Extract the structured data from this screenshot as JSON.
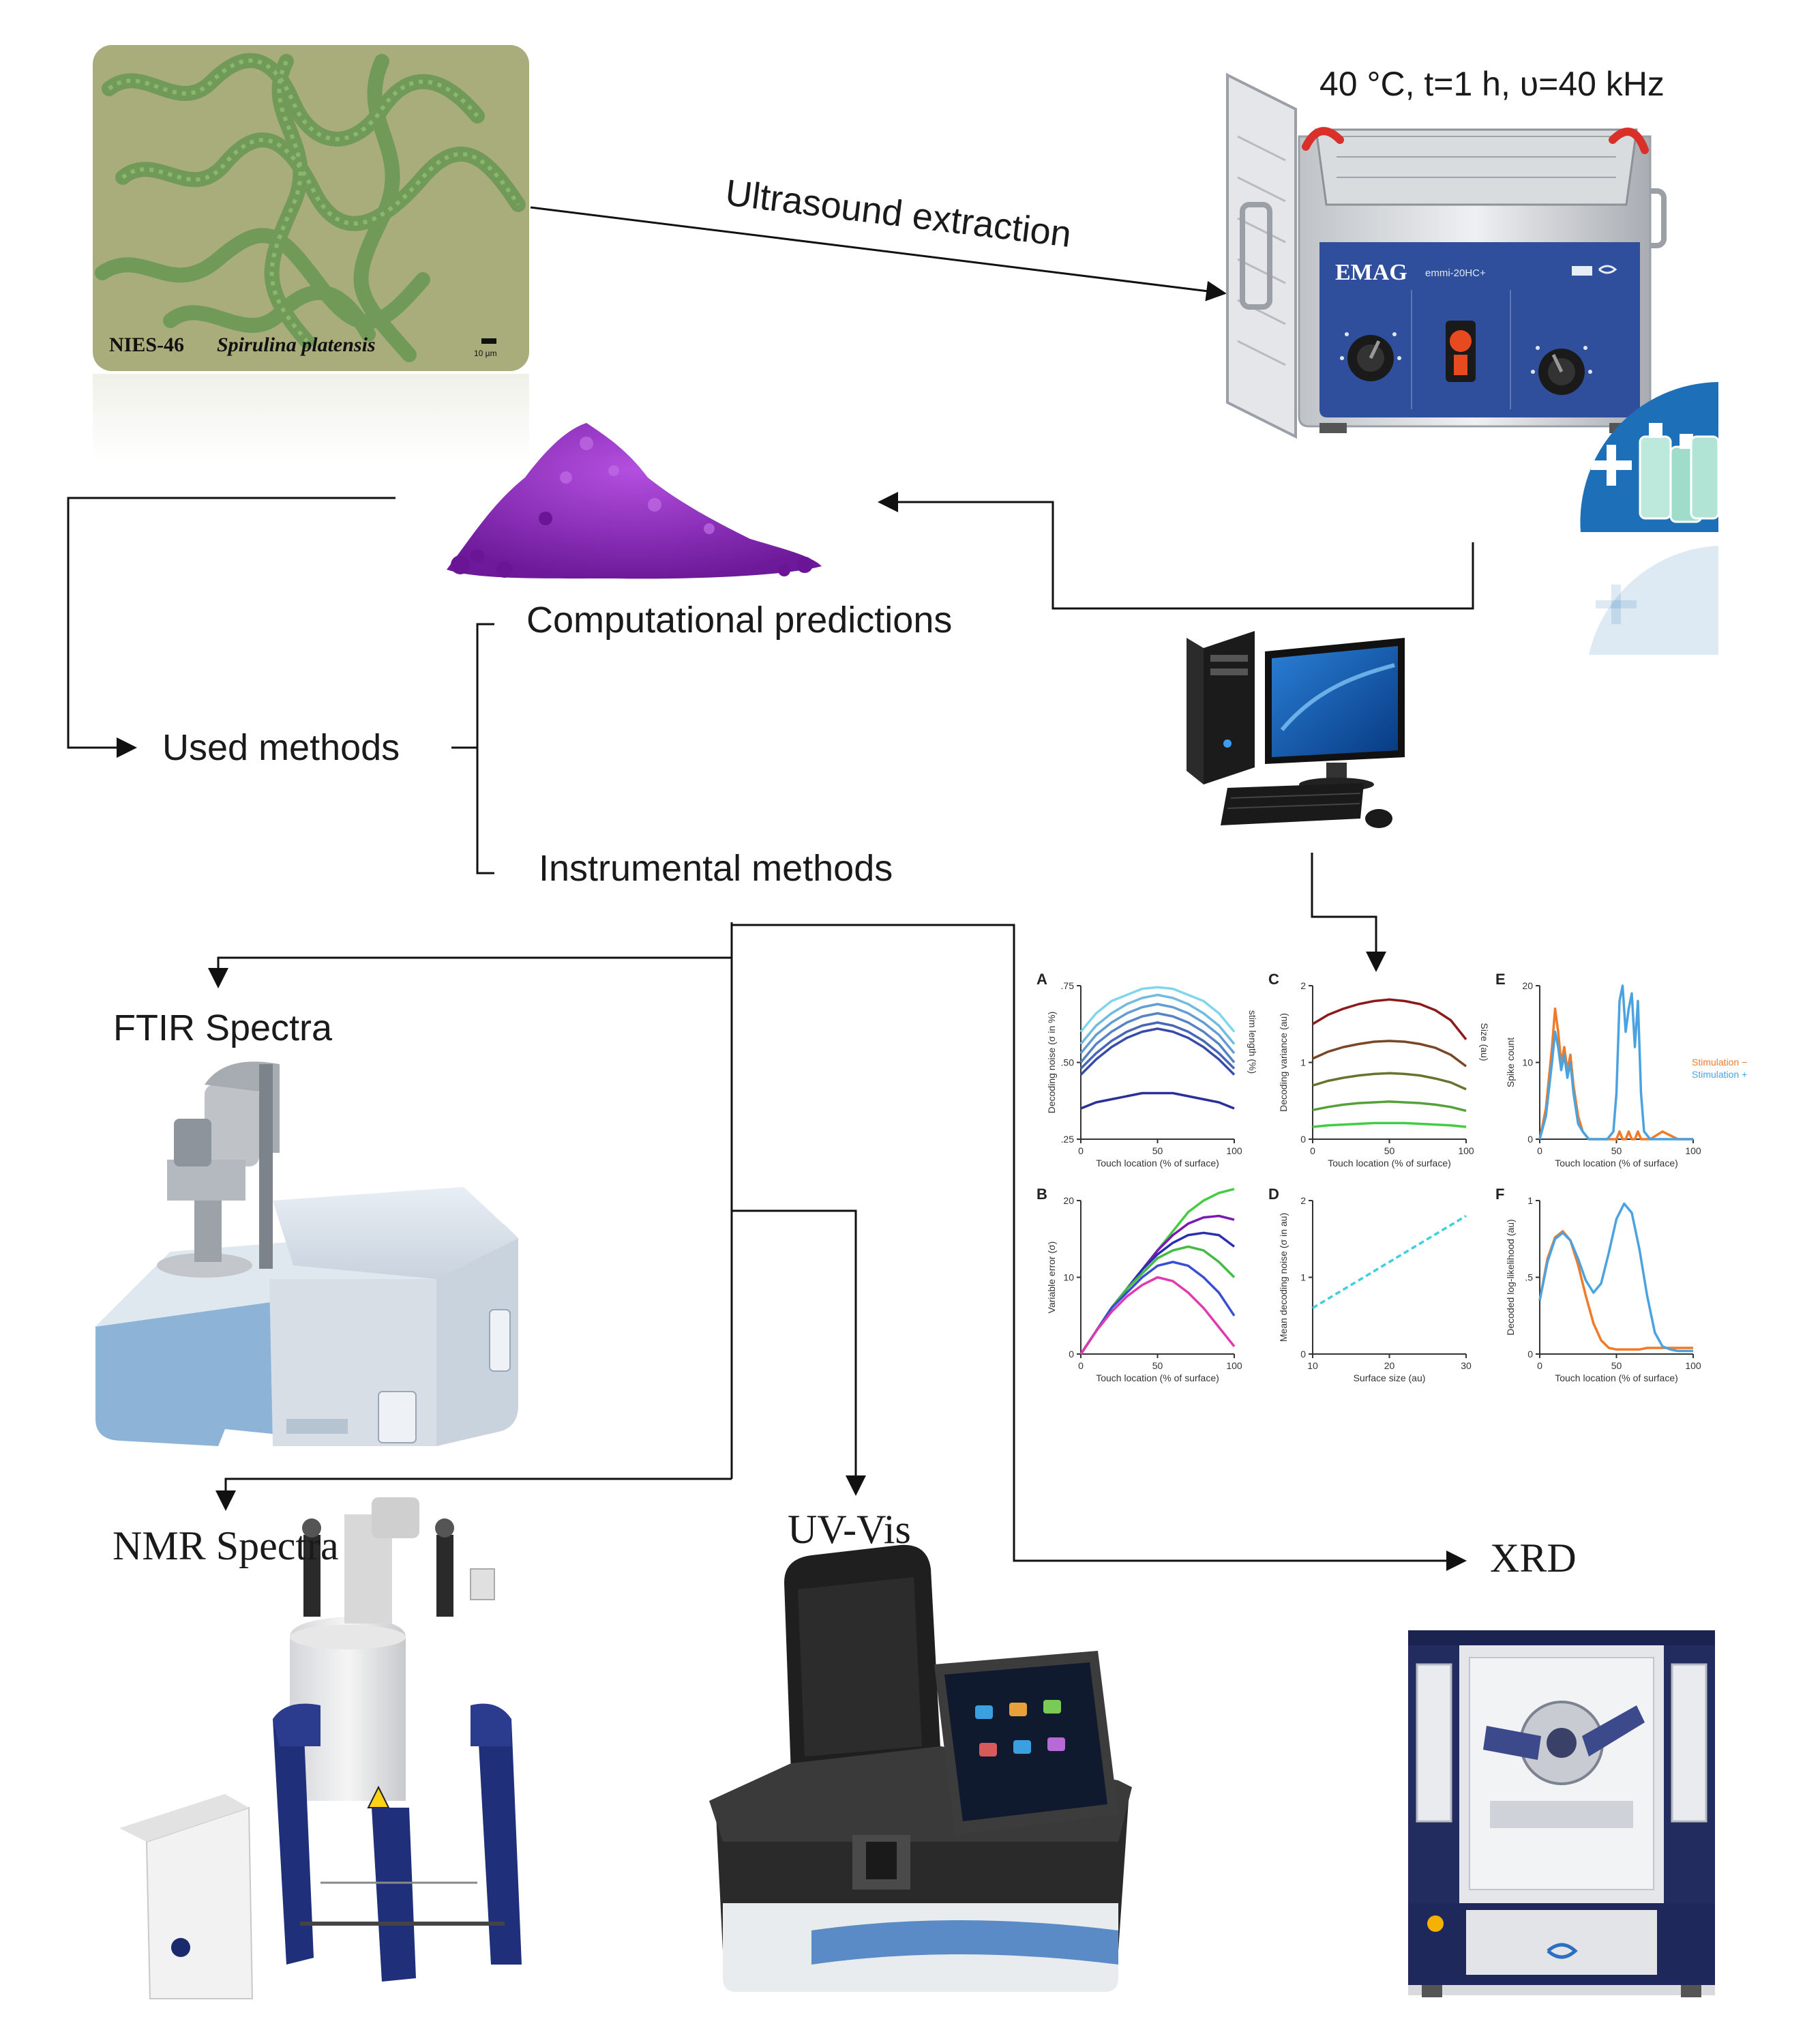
{
  "microscopy": {
    "strain_id": "NIES-46",
    "species": "Spirulina platensis",
    "scale_bar": "10 µm"
  },
  "ultrasound_bath": {
    "brand": "EMAG",
    "model": "emmi-20HC+"
  },
  "labels": {
    "ultrasound_extraction": "Ultrasound extraction",
    "conditions": "40 °C, t=1 h, υ=40 kHz",
    "computational_predictions": "Computational predictions",
    "used_methods": "Used methods",
    "instrumental_methods": "Instrumental methods",
    "ftir": "FTIR Spectra",
    "nmr": "NMR Spectra",
    "uvvis": "UV-Vis",
    "xrd": "XRD"
  },
  "colors": {
    "spirulina_bg": "#a9ad7c",
    "spirulina_filament": "#6f9a58",
    "powder": "#8a2bb8",
    "bath_panel": "#2f4f9c",
    "ftir_blue": "#8db3d6",
    "nmr_navy": "#1f2f7a",
    "xrd_navy": "#222c5e"
  },
  "chart_data": {
    "type": "line",
    "panels": [
      {
        "letter": "A",
        "xlabel": "Touch location (% of surface)",
        "ylabel": "Decoding noise (σ in %)",
        "x_ticks": [
          "0",
          "50",
          "100"
        ],
        "y_ticks": [
          ".25",
          ".50",
          ".75"
        ],
        "ylim": [
          0.25,
          0.75
        ],
        "legend_title": "stim length (%)",
        "series_color_range": [
          "#7fd6ee",
          "#2b2f9a"
        ],
        "x": [
          0,
          10,
          20,
          30,
          40,
          50,
          60,
          70,
          80,
          90,
          100
        ],
        "series": [
          {
            "values": [
              0.6,
              0.66,
              0.7,
              0.72,
              0.74,
              0.745,
              0.74,
              0.72,
              0.7,
              0.66,
              0.6
            ]
          },
          {
            "values": [
              0.56,
              0.62,
              0.66,
              0.69,
              0.71,
              0.72,
              0.71,
              0.69,
              0.66,
              0.62,
              0.56
            ]
          },
          {
            "values": [
              0.53,
              0.59,
              0.63,
              0.66,
              0.68,
              0.69,
              0.68,
              0.66,
              0.63,
              0.59,
              0.53
            ]
          },
          {
            "values": [
              0.5,
              0.56,
              0.6,
              0.63,
              0.65,
              0.66,
              0.65,
              0.63,
              0.6,
              0.56,
              0.5
            ]
          },
          {
            "values": [
              0.48,
              0.53,
              0.57,
              0.6,
              0.62,
              0.63,
              0.62,
              0.6,
              0.57,
              0.53,
              0.48
            ]
          },
          {
            "values": [
              0.46,
              0.51,
              0.55,
              0.58,
              0.6,
              0.61,
              0.6,
              0.58,
              0.55,
              0.51,
              0.46
            ]
          },
          {
            "values": [
              0.35,
              0.37,
              0.38,
              0.39,
              0.4,
              0.4,
              0.4,
              0.39,
              0.38,
              0.37,
              0.35
            ]
          }
        ]
      },
      {
        "letter": "C",
        "xlabel": "Touch location (% of surface)",
        "ylabel": "Decoding variance (au)",
        "x_ticks": [
          "0",
          "50",
          "100"
        ],
        "y_ticks": [
          "0",
          "1",
          "2"
        ],
        "ylim": [
          0,
          2
        ],
        "legend_title": "Size (au)",
        "series_color_range": [
          "#8b1a1a",
          "#44cc44"
        ],
        "x": [
          0,
          10,
          20,
          30,
          40,
          50,
          60,
          70,
          80,
          90,
          100
        ],
        "series": [
          {
            "values": [
              1.5,
              1.62,
              1.7,
              1.76,
              1.8,
              1.82,
              1.8,
              1.76,
              1.68,
              1.55,
              1.3
            ]
          },
          {
            "values": [
              1.05,
              1.14,
              1.2,
              1.24,
              1.27,
              1.28,
              1.27,
              1.24,
              1.19,
              1.1,
              0.95
            ]
          },
          {
            "values": [
              0.7,
              0.76,
              0.8,
              0.83,
              0.85,
              0.86,
              0.85,
              0.83,
              0.79,
              0.74,
              0.65
            ]
          },
          {
            "values": [
              0.38,
              0.42,
              0.45,
              0.47,
              0.48,
              0.49,
              0.48,
              0.47,
              0.45,
              0.42,
              0.37
            ]
          },
          {
            "values": [
              0.16,
              0.18,
              0.19,
              0.2,
              0.21,
              0.21,
              0.21,
              0.2,
              0.19,
              0.18,
              0.16
            ]
          }
        ]
      },
      {
        "letter": "E",
        "xlabel": "Touch location (% of surface)",
        "ylabel": "Spike count",
        "x_ticks": [
          "0",
          "50",
          "100"
        ],
        "y_ticks": [
          "0",
          "10",
          "20"
        ],
        "ylim": [
          0,
          20
        ],
        "x": [
          0,
          4,
          8,
          10,
          12,
          14,
          16,
          18,
          20,
          22,
          25,
          28,
          32,
          36,
          40,
          44,
          48,
          50,
          52,
          54,
          56,
          58,
          60,
          62,
          64,
          66,
          68,
          72,
          80,
          90,
          100
        ],
        "series": [
          {
            "name": "Stimulation −",
            "color": "#f07a28",
            "values": [
              0,
              4,
              12,
              17,
              14,
              10,
              12,
              9,
              11,
              7,
              3,
              1,
              0,
              0,
              0,
              0,
              0,
              0,
              1,
              0,
              0,
              1,
              0,
              0,
              1,
              0,
              0,
              0,
              1,
              0,
              0
            ]
          },
          {
            "name": "Stimulation +",
            "color": "#4aa3e0",
            "values": [
              0,
              3,
              10,
              14,
              12,
              9,
              11,
              8,
              10,
              6,
              2,
              1,
              0,
              0,
              0,
              0,
              1,
              6,
              18,
              20,
              14,
              17,
              19,
              12,
              18,
              6,
              1,
              0,
              0,
              0,
              0
            ]
          }
        ]
      },
      {
        "letter": "B",
        "xlabel": "Touch location (% of surface)",
        "ylabel": "Variable error (σ)",
        "x_ticks": [
          "0",
          "50",
          "100"
        ],
        "y_ticks": [
          "0",
          "10",
          "20"
        ],
        "ylim": [
          0,
          20
        ],
        "x": [
          0,
          10,
          20,
          30,
          40,
          50,
          60,
          70,
          80,
          90,
          100
        ],
        "series": [
          {
            "color": "#44cc44",
            "values": [
              0,
              3,
              6,
              8.5,
              11,
              13.5,
              16,
              18.5,
              20,
              21,
              21.5
            ]
          },
          {
            "color": "#7a1ab0",
            "values": [
              0,
              3,
              6,
              8.5,
              11,
              13.5,
              15.5,
              17,
              17.8,
              18,
              17.5
            ]
          },
          {
            "color": "#2a2fb0",
            "values": [
              0,
              3,
              6,
              8.5,
              11,
              13,
              14.5,
              15.5,
              15.8,
              15.5,
              14
            ]
          },
          {
            "color": "#44bb44",
            "values": [
              0,
              3,
              6,
              8.5,
              10.5,
              12.5,
              13.5,
              14,
              13.5,
              12,
              10
            ]
          },
          {
            "color": "#3a4fd0",
            "values": [
              0,
              3,
              6,
              8,
              10,
              11.5,
              12,
              11.5,
              10,
              8,
              5
            ]
          },
          {
            "color": "#e03ab0",
            "values": [
              0,
              3,
              5.5,
              7.5,
              9,
              10,
              9.5,
              8,
              6,
              3.5,
              1
            ]
          }
        ]
      },
      {
        "letter": "D",
        "xlabel": "Surface size (au)",
        "ylabel": "Mean decoding noise (σ in au)",
        "x_ticks": [
          "10",
          "20",
          "30"
        ],
        "y_ticks": [
          "0",
          "1",
          "2"
        ],
        "ylim": [
          0,
          2
        ],
        "x": [
          10,
          12,
          14,
          16,
          18,
          20,
          22,
          24,
          26,
          28,
          30
        ],
        "series": [
          {
            "color": "#40d0dd",
            "dashed": true,
            "values": [
              0.6,
              0.72,
              0.84,
              0.96,
              1.08,
              1.2,
              1.32,
              1.44,
              1.56,
              1.68,
              1.8
            ]
          }
        ]
      },
      {
        "letter": "F",
        "xlabel": "Touch location (% of surface)",
        "ylabel": "Decoded log-likelihood (au)",
        "x_ticks": [
          "0",
          "50",
          "100"
        ],
        "y_ticks": [
          "0",
          ".5",
          "1"
        ],
        "ylim": [
          0,
          1
        ],
        "x": [
          0,
          5,
          10,
          15,
          20,
          25,
          30,
          35,
          40,
          45,
          50,
          55,
          60,
          65,
          70,
          75,
          80,
          85,
          90,
          100
        ],
        "series": [
          {
            "color": "#f07a28",
            "values": [
              0.35,
              0.62,
              0.76,
              0.8,
              0.74,
              0.58,
              0.38,
              0.2,
              0.09,
              0.04,
              0.03,
              0.03,
              0.03,
              0.03,
              0.04,
              0.04,
              0.04,
              0.04,
              0.04,
              0.04
            ]
          },
          {
            "color": "#4aa3e0",
            "values": [
              0.35,
              0.6,
              0.75,
              0.79,
              0.74,
              0.62,
              0.48,
              0.4,
              0.46,
              0.66,
              0.88,
              0.98,
              0.92,
              0.68,
              0.38,
              0.14,
              0.05,
              0.03,
              0.02,
              0.02
            ]
          }
        ]
      }
    ]
  }
}
